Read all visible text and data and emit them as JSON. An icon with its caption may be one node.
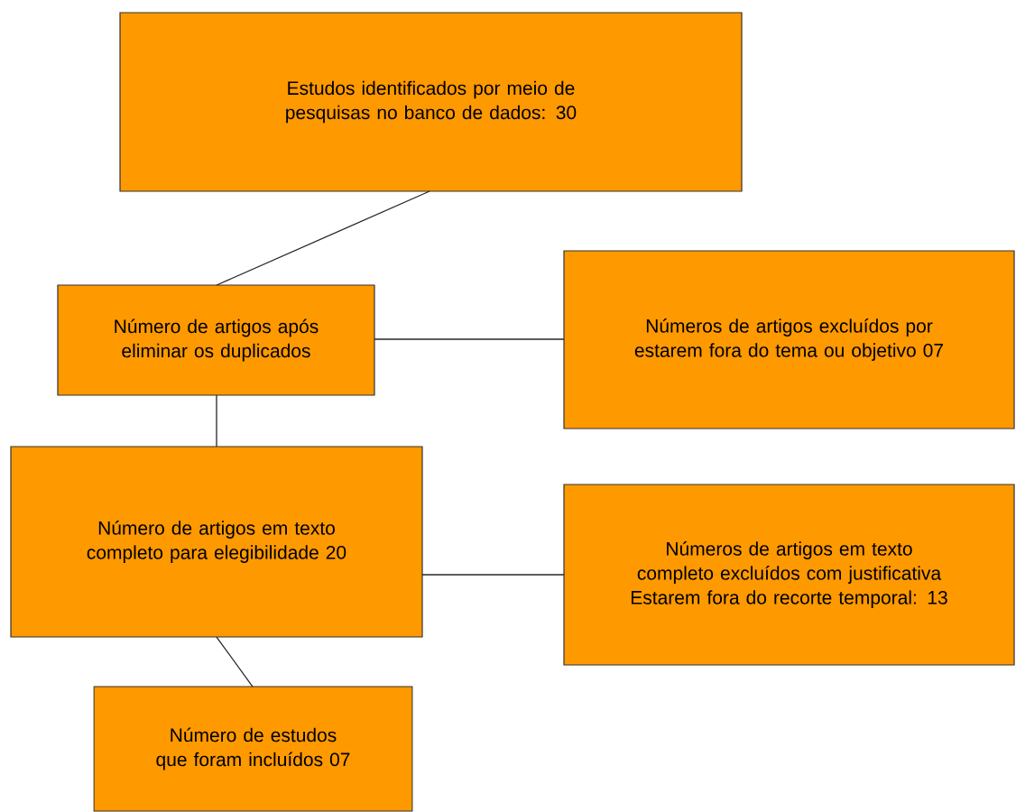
{
  "diagram": {
    "nodes": [
      {
        "text": [
          "Estudos identificados por meio de pesquisas no banco de dados: 30"
        ]
      },
      {
        "text": [
          "Número de artigos após eliminar os duplicados"
        ]
      },
      {
        "text": [
          "Números de artigos excluídos por estarem fora do tema ou objetivo 07"
        ]
      },
      {
        "text": [
          "Número de artigos em texto completo para elegibilidade 20"
        ]
      },
      {
        "text": [
          "Números de artigos em texto completo excluídos com justificativa Estarem fora do recorte temporal: 13"
        ]
      },
      {
        "text": [
          "Número de estudos que foram incluídos 07"
        ]
      }
    ],
    "edges": [
      {
        "from": 0,
        "to": 1,
        "arrow": "none"
      },
      {
        "from": 1,
        "to": 2,
        "arrow": "none"
      },
      {
        "from": 1,
        "to": 3,
        "arrow": "none"
      },
      {
        "from": 3,
        "to": 4,
        "arrow": "none"
      },
      {
        "from": 3,
        "to": 5,
        "arrow": "none"
      }
    ]
  }
}
